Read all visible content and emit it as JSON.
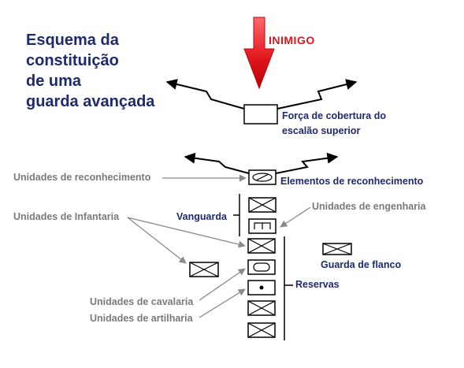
{
  "title": {
    "line1": "Esquema da",
    "line2": "constituição",
    "line3": "de uma",
    "line4": "guarda avançada"
  },
  "labels": {
    "enemy": "INIMIGO",
    "cover_force_line1": "Força de cobertura do",
    "cover_force_line2": "escalão superior",
    "recon_units": "Unidades de reconhecimento",
    "recon_elements": "Elementos de reconhecimento",
    "infantry_units": "Unidades de Infantaria",
    "engineering_units": "Unidades de engenharia",
    "vanguard": "Vanguarda",
    "flank_guard": "Guarda de flanco",
    "reserves": "Reservas",
    "cavalry_units": "Unidades de cavalaria",
    "artillery_units": "Unidades de artilharia"
  },
  "colors": {
    "title": "#1f2a6e",
    "navy_label": "#1f2a6e",
    "gray_label": "#7a7a7a",
    "enemy_text": "#e0141a",
    "enemy_arrow": "#e0141a"
  }
}
